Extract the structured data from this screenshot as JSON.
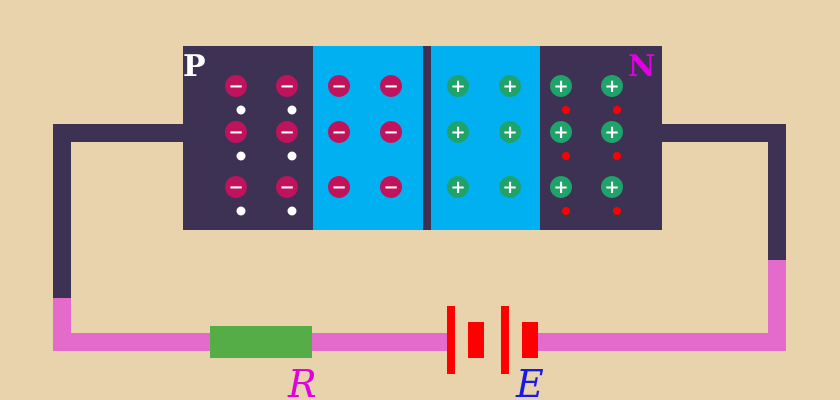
{
  "labels": {
    "p_region": "P",
    "n_region": "N",
    "resistor": "R",
    "battery": "E"
  },
  "ions": {
    "negative_symbol": "−",
    "positive_symbol": "+"
  },
  "colors": {
    "background": "#e9d3ac",
    "wire_dark": "#3d3154",
    "wire_current": "#e46bcc",
    "p_region": "#3d3154",
    "n_region": "#3d3154",
    "depletion_region": "#00b0f0",
    "junction_line": "#3d3154",
    "negative_ion": "#c0135c",
    "positive_ion": "#1fa36a",
    "hole": "#ffffff",
    "electron": "#ff0000",
    "resistor": "#55ad48",
    "battery": "#ff0000",
    "label_p": "#ffffff",
    "label_n": "#e000e0",
    "label_r": "#e000e0",
    "label_e": "#1a1ae6"
  }
}
